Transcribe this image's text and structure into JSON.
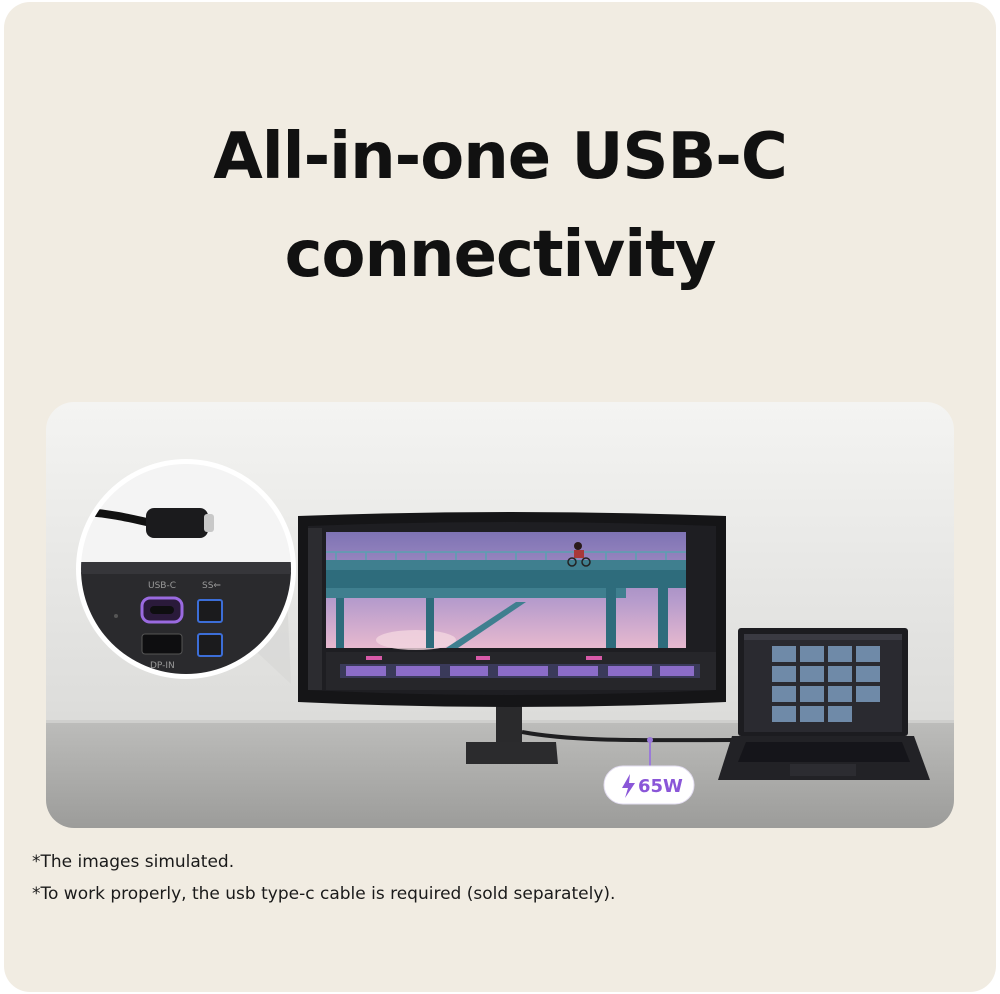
{
  "headline": {
    "line1": "All-in-one USB-C",
    "line2": "connectivity"
  },
  "badge": {
    "icon": "lightning-icon",
    "text": "65W"
  },
  "callout": {
    "port_label": "DP-IN"
  },
  "footnotes": [
    "*The images simulated.",
    "*To work properly, the usb type-c cable is required (sold separately)."
  ],
  "colors": {
    "background": "#f1ece2",
    "accent": "#8a56d8",
    "text": "#111111"
  }
}
